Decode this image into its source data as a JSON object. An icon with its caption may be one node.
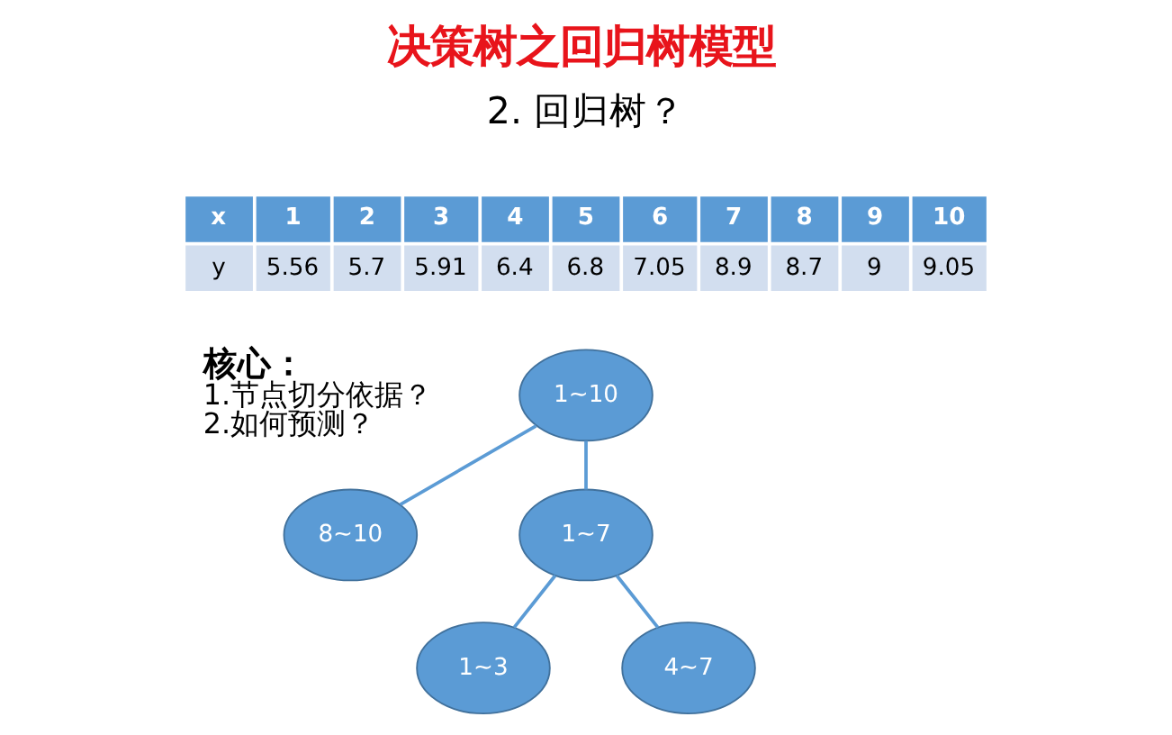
{
  "diagram": {
    "title": "决策树之回归树模型",
    "nodes": [
      {
        "text": [
          "1~10"
        ]
      },
      {
        "text": [
          "1~7"
        ]
      },
      {
        "text": [
          "8~10"
        ]
      },
      {
        "text": [
          "1~3"
        ]
      },
      {
        "text": [
          "4~7"
        ]
      }
    ],
    "edges": [
      {
        "from": 0,
        "to": 1,
        "arrow": "none"
      },
      {
        "from": 0,
        "to": 2,
        "arrow": "none"
      },
      {
        "from": 1,
        "to": 3,
        "arrow": "none"
      },
      {
        "from": 1,
        "to": 4,
        "arrow": "none"
      }
    ],
    "labels": [
      "2. 回归树？",
      "x",
      "1",
      "2",
      "3",
      "4",
      "5",
      "6",
      "7",
      "8",
      "9",
      "10",
      "y",
      "5.56",
      "5.7",
      "5.91",
      "6.4",
      "6.8",
      "7.05",
      "8.9",
      "8.7",
      "9",
      "9.05",
      "核心：",
      "1.节点切分依据？",
      "2.如何预测？"
    ]
  }
}
